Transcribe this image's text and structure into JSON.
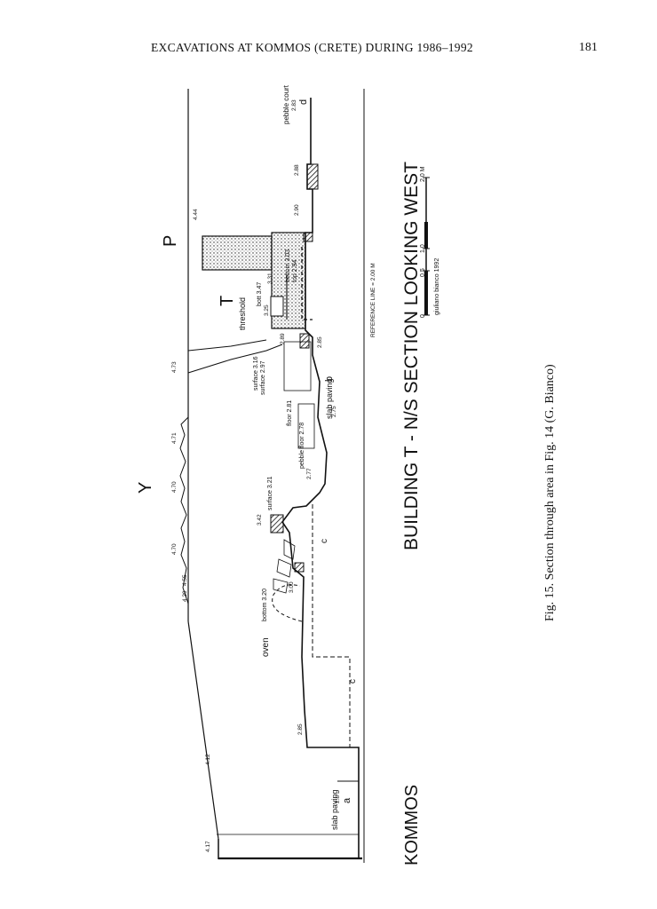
{
  "header": {
    "running_title": "EXCAVATIONS AT KOMMOS (CRETE) DURING 1986–1992",
    "page_number": "181"
  },
  "figure": {
    "site_label": "KOMMOS",
    "title": "BUILDING T  -  N/S  SECTION  LOOKING  WEST",
    "reference_line": "REFERENCE  LINE = 2.00 M",
    "scale": {
      "ticks": [
        "0",
        "0.5",
        "1.0",
        "2.0 M"
      ],
      "credit": "giuliano bianco  1992"
    },
    "labels": {
      "P": "P",
      "T": "T",
      "Y": "Y",
      "threshold": "threshold",
      "pebble_court": "pebble court",
      "d": "d",
      "bottom_303": "bottom 3.03",
      "top_294": "top 2.94",
      "bott_347": "bott 3.47",
      "surface_316": "surface 3.16",
      "surface_297": "surface 2.97",
      "floor_281": "floor 2.81",
      "slab_paving_b": "slab paving",
      "b": "b",
      "pebble_floor": "pebble floor 2.78",
      "c": "c",
      "surface_321": "surface 3.21",
      "oven": "oven",
      "bottom_320": "bottom 3.20",
      "slab_paving_a": "slab paving",
      "a": "a"
    },
    "elevations": [
      "4.17",
      "4.12",
      "4.29",
      "4.55",
      "4.70",
      "4.70",
      "4.71",
      "4.73",
      "4.44",
      "2.83",
      "2.88",
      "2.90",
      "3.31",
      "3.25",
      "2.89",
      "2.85",
      "2.75",
      "2.77",
      "3.42",
      "3.00",
      "2.85",
      "2.8"
    ]
  },
  "caption": "Fig. 15. Section through area in Fig. 14 (G. Bianco)"
}
